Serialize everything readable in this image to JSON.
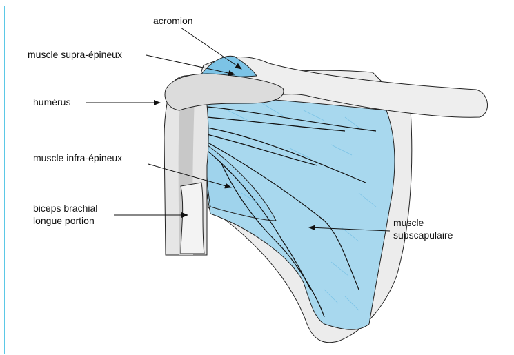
{
  "labels": {
    "acromion": "acromion",
    "supra": "muscle supra-épineux",
    "humerus": "humérus",
    "infra": "muscle infra-épineux",
    "biceps_line1": "biceps brachial",
    "biceps_line2": "longue portion",
    "subscap_line1": "muscle",
    "subscap_line2": "subscapulaire"
  },
  "colors": {
    "frame": "#5bc8e6",
    "muscle": "#a8d8ee",
    "muscle_dark": "#7cc3e6",
    "bone": "#e6e6e6",
    "bone_shadow": "#c8c8c8"
  }
}
